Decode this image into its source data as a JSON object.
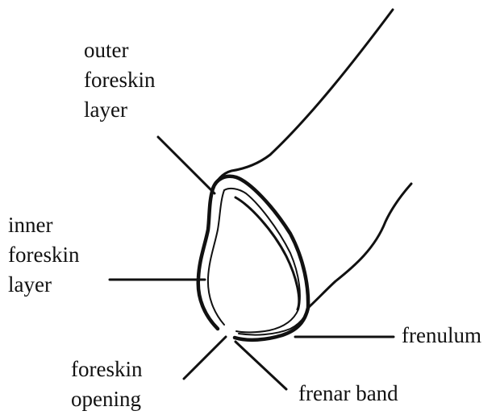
{
  "labels": {
    "outer_foreskin_layer": [
      "outer",
      "foreskin",
      "layer"
    ],
    "inner_foreskin_layer": [
      "inner",
      "foreskin",
      "layer"
    ],
    "foreskin_opening": [
      "foreskin",
      "opening"
    ],
    "frenulum": "frenulum",
    "frenar_band": "frenar band"
  },
  "colors": {
    "ink": "#111111",
    "background": "#ffffff"
  }
}
